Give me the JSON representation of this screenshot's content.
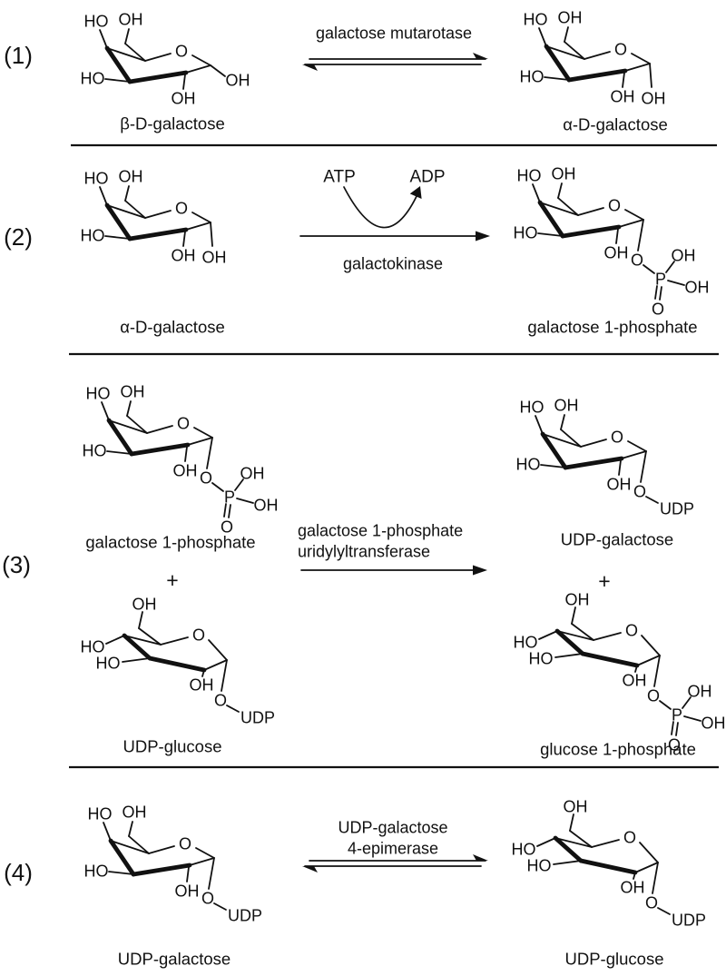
{
  "diagram": {
    "background": "#ffffff",
    "ink": "#111111",
    "atom_labels": {
      "ho": "HO",
      "oh": "OH",
      "ring_o": "O",
      "p": "P",
      "udp": "UDP",
      "dbl_o": "O",
      "plus": "+"
    },
    "reactions": [
      {
        "number": "(1)",
        "reactants": [
          {
            "name": "β-D-galactose",
            "sugar": "galactose",
            "anomeric": "beta-oh"
          }
        ],
        "products": [
          {
            "name": "α-D-galactose",
            "sugar": "galactose",
            "anomeric": "alpha-oh"
          }
        ],
        "arrow": {
          "style": "equilibrium",
          "enzyme_lines": [
            "galactose mutarotase"
          ]
        }
      },
      {
        "number": "(2)",
        "reactants": [
          {
            "name": "α-D-galactose",
            "sugar": "galactose",
            "anomeric": "alpha-oh"
          }
        ],
        "products": [
          {
            "name": "galactose 1-phosphate",
            "sugar": "galactose",
            "anomeric": "phosphate"
          }
        ],
        "arrow": {
          "style": "forward",
          "enzyme_lines": [
            "galactokinase"
          ],
          "cofactor_in": "ATP",
          "cofactor_out": "ADP"
        }
      },
      {
        "number": "(3)",
        "reactants": [
          {
            "name": "galactose 1-phosphate",
            "sugar": "galactose",
            "anomeric": "phosphate"
          },
          {
            "name": "UDP-glucose",
            "sugar": "glucose",
            "anomeric": "udp"
          }
        ],
        "products": [
          {
            "name": "UDP-galactose",
            "sugar": "galactose",
            "anomeric": "udp"
          },
          {
            "name": "glucose 1-phosphate",
            "sugar": "glucose",
            "anomeric": "phosphate"
          }
        ],
        "arrow": {
          "style": "forward",
          "enzyme_lines": [
            "galactose 1-phosphate",
            "uridylyltransferase"
          ]
        }
      },
      {
        "number": "(4)",
        "reactants": [
          {
            "name": "UDP-galactose",
            "sugar": "galactose",
            "anomeric": "udp"
          }
        ],
        "products": [
          {
            "name": "UDP-glucose",
            "sugar": "glucose",
            "anomeric": "udp"
          }
        ],
        "arrow": {
          "style": "equilibrium",
          "enzyme_lines": [
            "UDP-galactose",
            "4-epimerase"
          ]
        }
      }
    ]
  }
}
